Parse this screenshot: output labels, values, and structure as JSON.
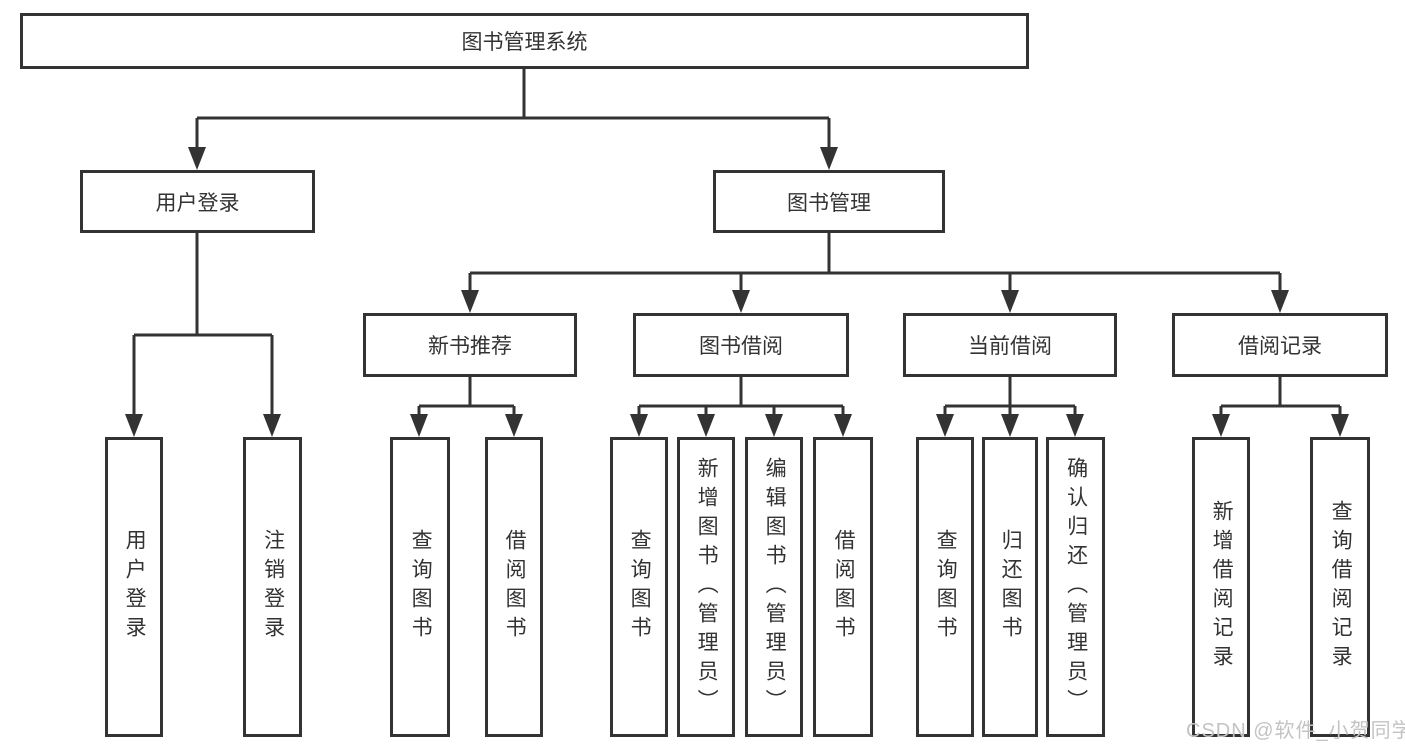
{
  "nodes": {
    "root": "图书管理系统",
    "user_login": "用户登录",
    "book_mgmt": "图书管理",
    "new_book_rec": "新书推荐",
    "book_borrow": "图书借阅",
    "current_borrow": "当前借阅",
    "borrow_record": "借阅记录",
    "leaf_user_login": "用户登录",
    "leaf_logout": "注销登录",
    "leaf_query_book_1": "查询图书",
    "leaf_borrow_book_1": "借阅图书",
    "leaf_query_book_2": "查询图书",
    "leaf_add_book": "新增图书（管理员）",
    "leaf_edit_book": "编辑图书（管理员）",
    "leaf_borrow_book_2": "借阅图书",
    "leaf_query_book_3": "查询图书",
    "leaf_return_book": "归还图书",
    "leaf_confirm_return": "确认归还（管理员）",
    "leaf_add_borrow_record": "新增借阅记录",
    "leaf_query_borrow_record": "查询借阅记录"
  },
  "watermark": "CSDN @软件_小贺同学",
  "colors": {
    "line": "#333333",
    "box_border": "#333333",
    "box_fill": "#ffffff",
    "text": "#333333",
    "watermark": "#c3c3c3"
  }
}
